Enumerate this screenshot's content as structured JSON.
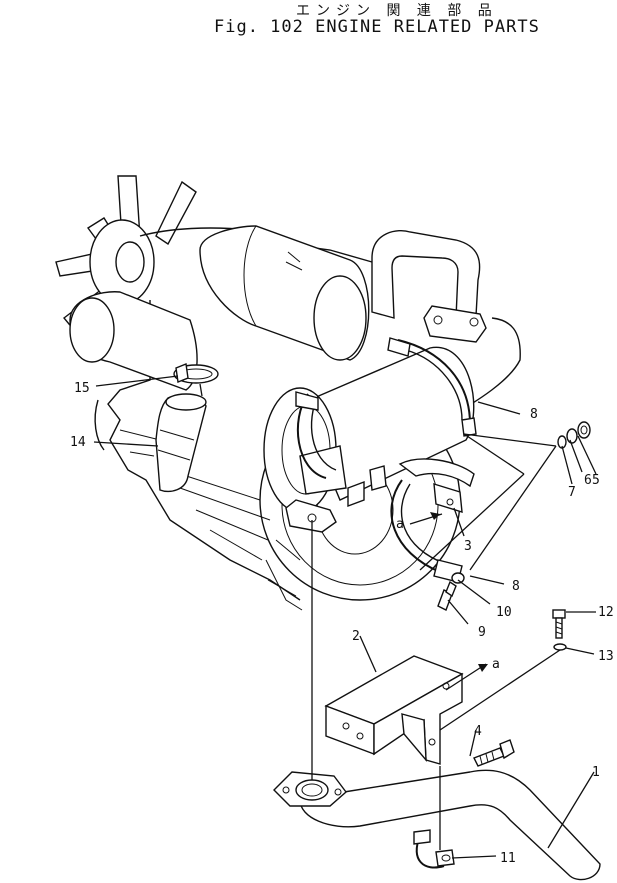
{
  "title": {
    "japanese": "エンジン 関 連 部 品",
    "english": "Fig. 102 ENGINE RELATED PARTS"
  },
  "callouts": {
    "c1": "1",
    "c2": "2",
    "c3": "3",
    "c4": "4",
    "c5": "5",
    "c6": "6",
    "c7": "7",
    "c8a": "8",
    "c8b": "8",
    "c9": "9",
    "c10": "10",
    "c11": "11",
    "c12": "12",
    "c13": "13",
    "c14": "14",
    "c15": "15",
    "a1": "a",
    "a2": "a"
  }
}
